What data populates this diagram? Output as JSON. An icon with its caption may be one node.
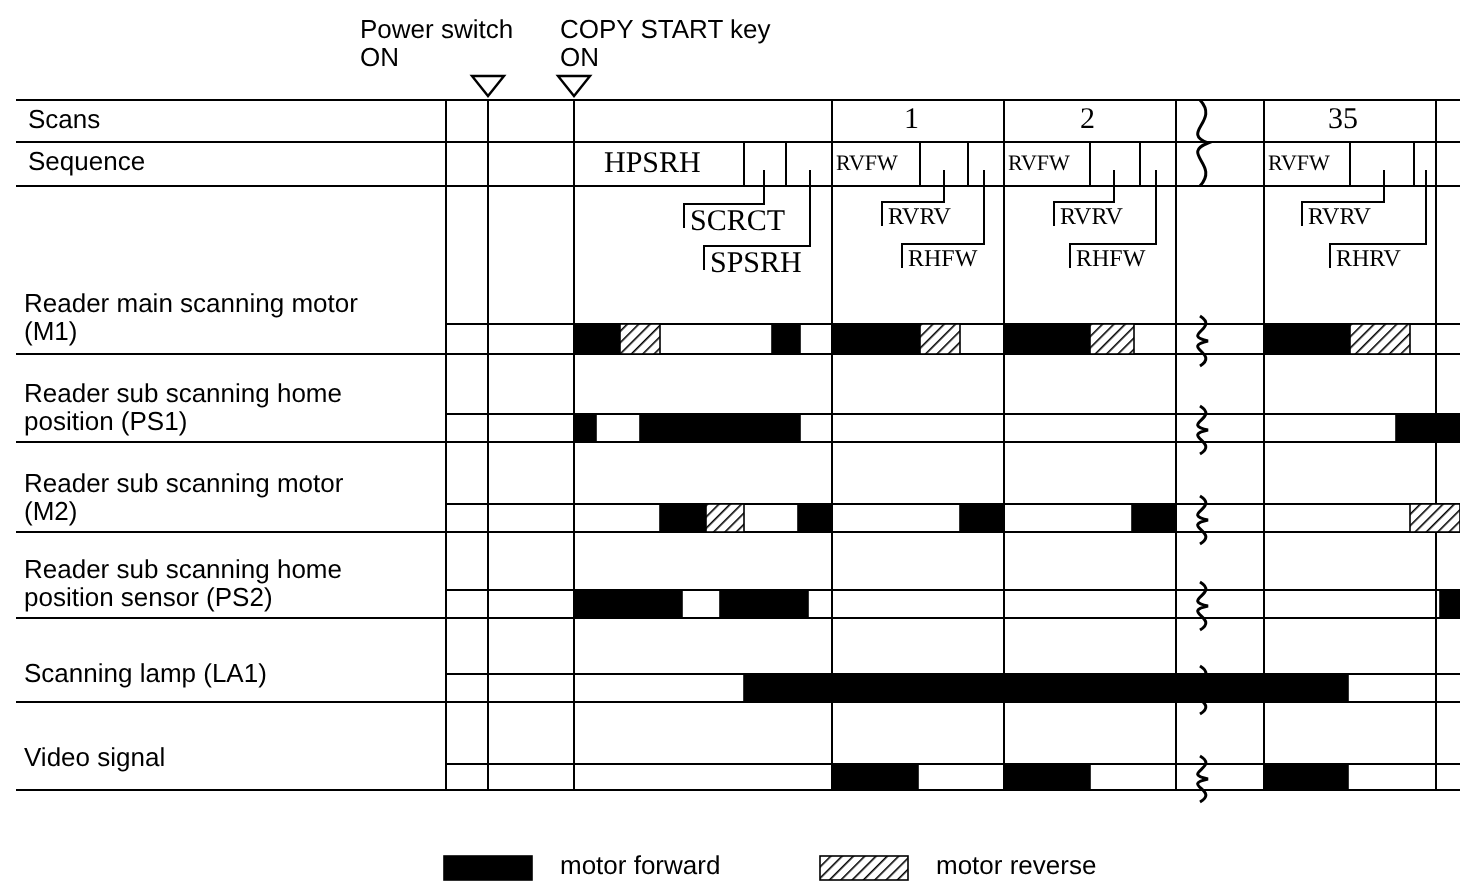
{
  "diagram": {
    "nodes": [
      {
        "text": [
          "SCRCT"
        ]
      },
      {
        "text": [
          "RVRV"
        ]
      },
      {
        "text": [
          "RVRV"
        ]
      },
      {
        "text": [
          "RVRV"
        ]
      },
      {
        "text": [
          "SPSRH"
        ]
      },
      {
        "text": [
          "RHFW"
        ]
      },
      {
        "text": [
          "RHFW"
        ]
      },
      {
        "text": [
          "RHRV"
        ]
      }
    ],
    "edges": [
      {
        "from": 0,
        "to": null,
        "arrow": "none"
      },
      {
        "from": 1,
        "to": null,
        "arrow": "none"
      },
      {
        "from": 2,
        "to": null,
        "arrow": "none"
      },
      {
        "from": 3,
        "to": null,
        "arrow": "none"
      },
      {
        "from": 4,
        "to": null,
        "arrow": "none"
      },
      {
        "from": 5,
        "to": null,
        "arrow": "none"
      },
      {
        "from": 6,
        "to": null,
        "arrow": "none"
      },
      {
        "from": 7,
        "to": null,
        "arrow": "none"
      }
    ],
    "labels": [
      "Power switch ON",
      "COPY START key ON",
      "Scans",
      "Sequence",
      "1",
      "2",
      "35",
      "HPSRH",
      "RVFW",
      "RVFW",
      "RVFW",
      "Reader main scanning motor (M1)",
      "Reader sub scanning home position (PS1)",
      "Reader sub scanning motor (M2)",
      "Reader sub scanning home position sensor (PS2)",
      "Scanning lamp (LA1)",
      "Video signal"
    ],
    "legend": [
      {
        "text": "motor forward",
        "color": "#000000"
      },
      {
        "text": "motor reverse"
      }
    ]
  }
}
